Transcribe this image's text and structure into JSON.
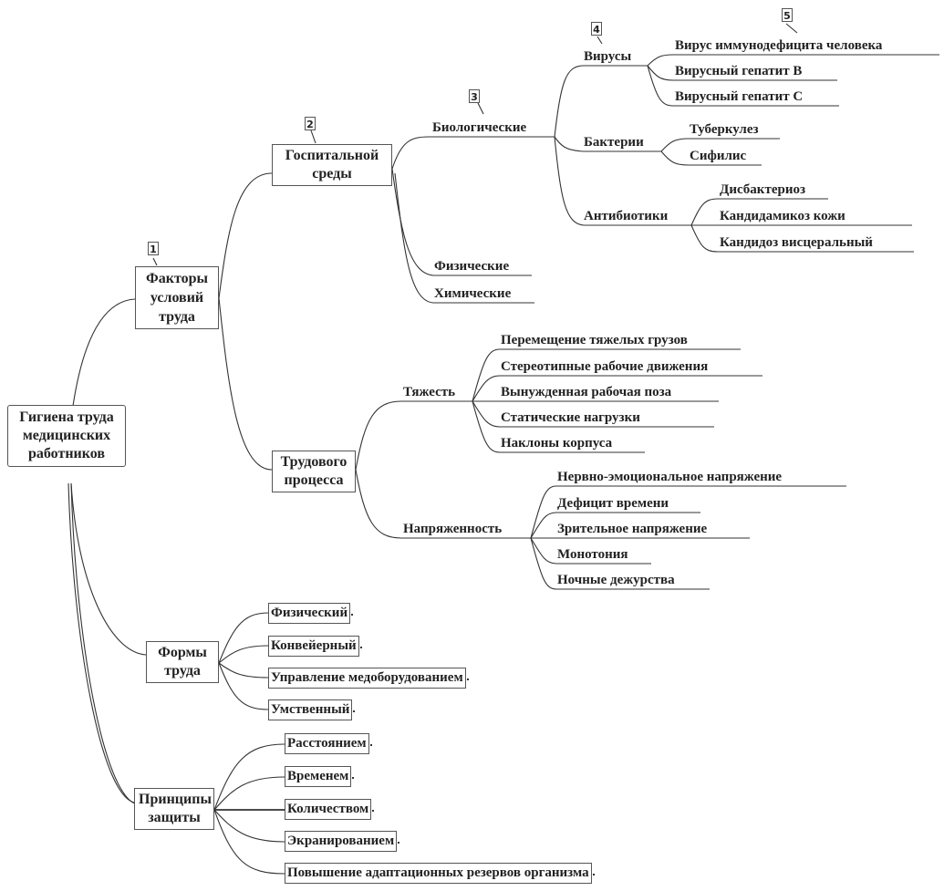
{
  "diagram": {
    "root": "Гигиена труда медицинских работников",
    "branches": {
      "factors": {
        "label": "Факторы условий труда",
        "marker": "1",
        "hospital": {
          "label": "Госпитальной среды",
          "marker": "2",
          "biological": {
            "label": "Биологические",
            "marker": "3",
            "viruses": {
              "label": "Вирусы",
              "marker": "4",
              "marker_leaf": "5",
              "items": [
                "Вирус иммунодефицита человека",
                "Вирусный гепатит В",
                "Вирусный гепатит С"
              ]
            },
            "bacteria": {
              "label": "Бактерии",
              "items": [
                "Туберкулез",
                "Сифилис"
              ]
            },
            "antibiotics": {
              "label": "Антибиотики",
              "items": [
                "Дисбактериоз",
                "Кандидамикоз кожи",
                "Кандидоз висцеральный"
              ]
            }
          },
          "physical": "Физические",
          "chemical": "Химические"
        },
        "labor": {
          "label": "Трудового процесса",
          "heaviness": {
            "label": "Тяжесть",
            "items": [
              "Перемещение тяжелых грузов",
              "Стереотипные рабочие движения",
              "Вынужденная рабочая поза",
              "Статические нагрузки",
              "Наклоны корпуса"
            ]
          },
          "tension": {
            "label": "Напряженность",
            "items": [
              "Нервно-эмоциональное напряжение",
              "Дефицит времени",
              "Зрительное напряжение",
              "Монотония",
              "Ночные дежурства"
            ]
          }
        }
      },
      "forms": {
        "label": "Формы труда",
        "items": [
          "Физический",
          "Конвейерный",
          "Управление медоборудованием",
          "Умственный"
        ]
      },
      "protection": {
        "label": "Принципы защиты",
        "items": [
          "Расстоянием",
          "Временем",
          "Количеством",
          "Экранированием",
          "Повышение адаптационных резервов организма"
        ]
      }
    }
  }
}
